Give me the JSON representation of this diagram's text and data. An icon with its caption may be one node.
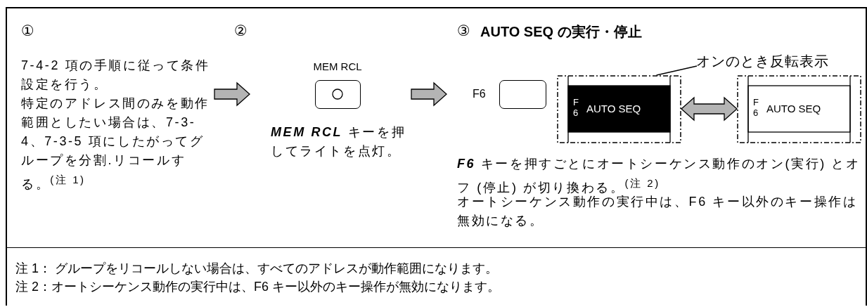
{
  "diagram": {
    "nodes": [
      {
        "text": [
          "①",
          "7-4-2 項の手順に従って条件設定を行う。",
          "特定のアドレス間のみを動作範囲としたい場合は、7-3-4、7-3-5 項にしたがってグループを分割.リコールする。$^{(注 1)}$"
        ]
      },
      {
        "text": [
          "②",
          "**MEM RCL** キーを押してライトを点灯。"
        ]
      },
      {
        "text": [
          "MEM RCL"
        ],
        "in": 1
      },
      {
        "text": [
          "③",
          "AUTO SEQ の実行・停止",
          "**F6** キーを押すごとにオートシーケンス動作のオン(実行) とオフ (停止) が切り換わる。$^{(注 2)}$",
          "オートシーケンス動作の実行中は、F6 キー以外のキー操作は無効になる。"
        ]
      },
      {
        "text": [
          "F6"
        ],
        "in": 3
      },
      {
        "text": [
          "F 6",
          "AUTO SEQ"
        ],
        "in": 3
      },
      {
        "text": [
          "F 6",
          "AUTO SEQ"
        ],
        "in": 3
      },
      {
        "text": [
          "オンのとき反転表示"
        ],
        "in": 3
      }
    ],
    "edges": [
      {
        "from": 0,
        "to": 1,
        "arrow": "to"
      },
      {
        "from": 1,
        "to": 3,
        "arrow": "to"
      },
      {
        "from": 5,
        "to": 6,
        "arrow": "both"
      },
      {
        "from": 7,
        "to": 5,
        "arrow": "none"
      }
    ],
    "labels": [
      "注 1： グループをリコールしない場合は、すべてのアドレスが動作範囲になります。",
      "注 2：オートシーケンス動作の実行中は、F6 キー以外のキー操作が無効になります。"
    ]
  }
}
